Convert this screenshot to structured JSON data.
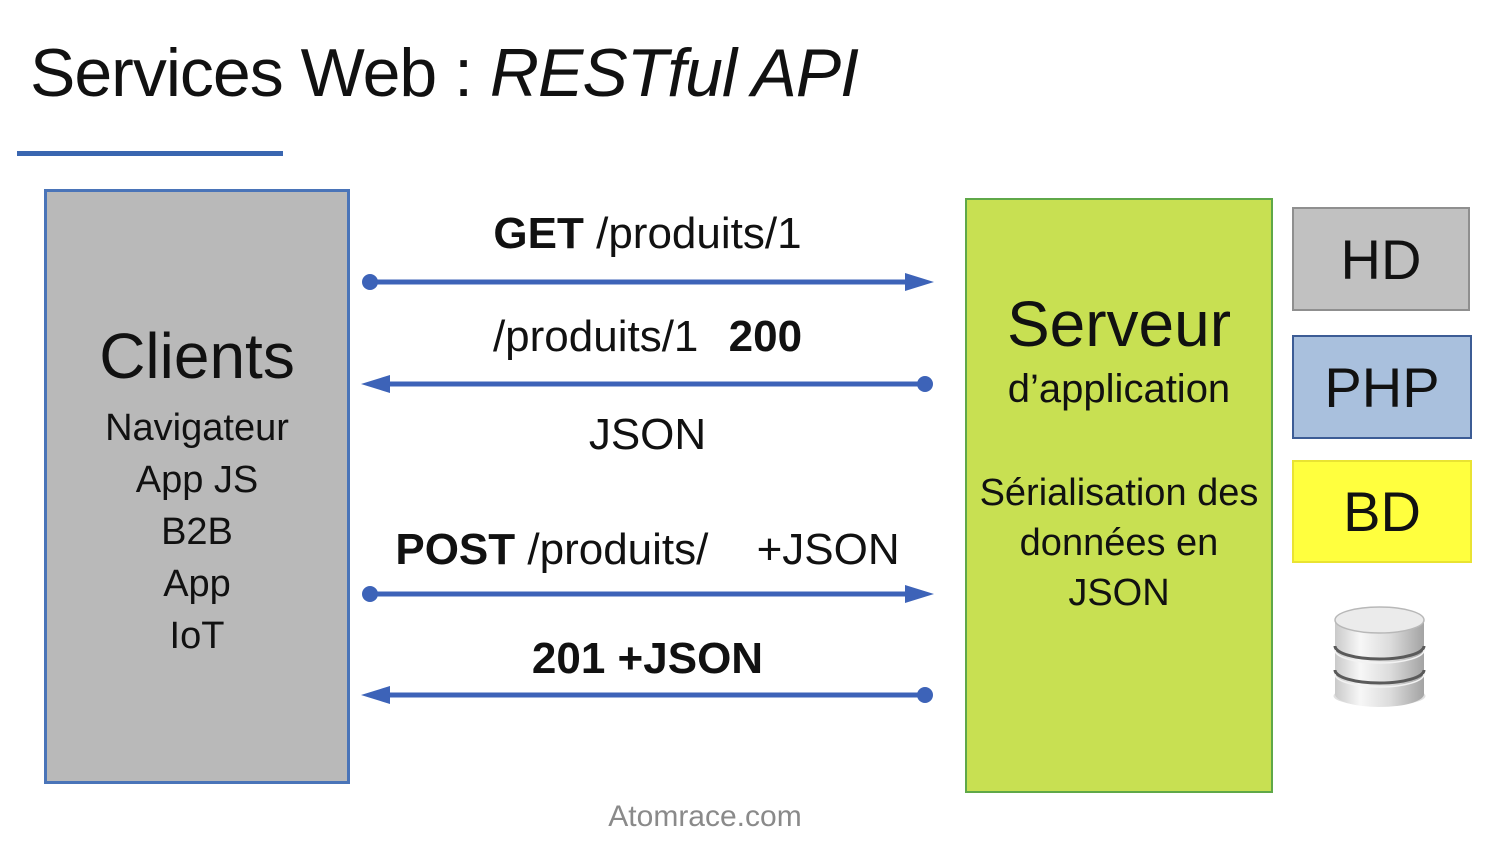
{
  "slide": {
    "title_prefix": "Services Web : ",
    "title_emphasis": "RESTful API",
    "footer": "Atomrace.com"
  },
  "clients": {
    "title": "Clients",
    "items": [
      "Navigateur",
      "App JS",
      "B2B",
      "App",
      "IoT"
    ]
  },
  "server": {
    "title": "Serveur",
    "subtitle": "d’application",
    "note_lines": [
      "Sérialisation des",
      "données en",
      "JSON"
    ]
  },
  "sequence": {
    "get_request": {
      "method": "GET",
      "path": "/produits/1"
    },
    "get_response": {
      "path": "/produits/1",
      "status": "200",
      "body": "JSON"
    },
    "post_request": {
      "method": "POST",
      "path": "/produits/",
      "body": "+JSON"
    },
    "post_response": {
      "status_line": "201 +JSON"
    }
  },
  "stack": {
    "hd_label": "HD",
    "php_label": "PHP",
    "bd_label": "BD",
    "database_icon": "database-icon"
  },
  "colors": {
    "arrow_blue": "#3d63b8",
    "title_underline": "#3a66b0",
    "clients_fill": "#b9b9b9",
    "clients_border": "#4a74b8",
    "server_fill": "#c8e052",
    "server_border": "#5fa848",
    "hd_fill": "#c1c1c1",
    "hd_border": "#8f8f8f",
    "php_fill": "#a9c0dd",
    "php_border": "#3c5c95",
    "bd_fill": "#ffff3e",
    "bd_border": "#e9e332",
    "footer_text": "#8a8a8a"
  }
}
